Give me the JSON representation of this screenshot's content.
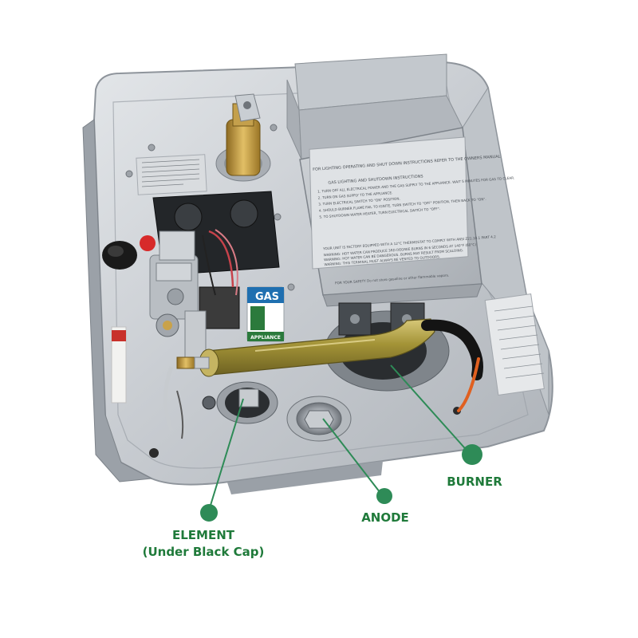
{
  "colors": {
    "callout_green": "#2e8b57",
    "label_green": "#1f7a3a",
    "steel_light": "#d6dade",
    "steel_mid": "#b8bdc3",
    "steel_dark": "#8e949b",
    "brass": "#c9a24a",
    "gas_badge_blue": "#1f6fb0"
  },
  "callouts": {
    "burner": {
      "label": "BURNER"
    },
    "anode": {
      "label": "ANODE"
    },
    "element": {
      "label": "ELEMENT",
      "sublabel": "(Under Black Cap)"
    }
  },
  "product_badge": {
    "gas": "GAS",
    "appliance": "APPLIANCE"
  },
  "instruction_panel": {
    "header": "FOR LIGHTING OPERATING AND SHUT DOWN INSTRUCTIONS REFER TO THE OWNERS MANUAL",
    "heading": "GAS LIGHTING AND SHUTDOWN INSTRUCTIONS",
    "steps": [
      "1. TURN OFF ALL ELECTRICAL POWER AND THE GAS SUPPLY TO THE APPLIANCE. WAIT 5 MINUTES FOR GAS TO CLEAR.",
      "2. TURN ON GAS SUPPLY TO THE APPLIANCE.",
      "3. TURN ELECTRICAL SWITCH TO \"ON\" POSITION.",
      "4. SHOULD BURNER FLAME FAIL TO IGNITE, TURN SWITCH TO \"OFF\" POSITION, THEN BACK TO \"ON\".",
      "5. TO SHUTDOWN WATER HEATER, TURN ELECTRICAL SWITCH TO \"OFF\"."
    ],
    "footer_lines": [
      "YOUR UNIT IS FACTORY EQUIPPED WITH A 12°C THERMOSTAT TO COMPLY WITH ANSI Z21.10.1 PART 4.2",
      "WARNING: HOT WATER CAN PRODUCE 3RD DEGREE BURNS IN 6 SECONDS AT 140°F (60°C)",
      "WARNING: HOT WATER CAN BE DANGEROUS. BURNS MAY RESULT FROM SCALDING.",
      "WARNING: THIS TERMINAL MUST ALWAYS BE VENTED TO OUTDOORS."
    ],
    "safety": "FOR YOUR SAFETY Do not store gasoline or other flammable vapors."
  }
}
